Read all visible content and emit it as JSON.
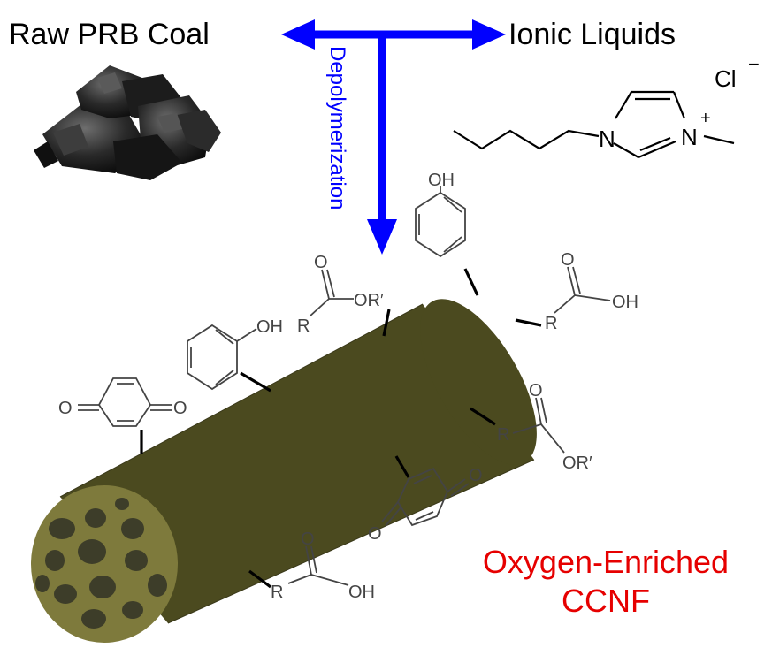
{
  "labels": {
    "raw_coal": "Raw PRB Coal",
    "ionic_liquids": "Ionic Liquids",
    "depolymerization": "Depolymerization",
    "product_line1": "Oxygen-Enriched",
    "product_line2": "CCNF"
  },
  "chemistry": {
    "chloride": "Cl",
    "minus": "−",
    "plus": "+",
    "nitrogen": "N",
    "oh": "OH",
    "o": "O",
    "r": "R",
    "or_prime": "OR′"
  },
  "colors": {
    "arrow": "#0000ff",
    "fiber": "#4b4a1f",
    "fiber_end": "#7e7a3c",
    "pores": "#3d3d29",
    "product_text": "#e60000"
  }
}
